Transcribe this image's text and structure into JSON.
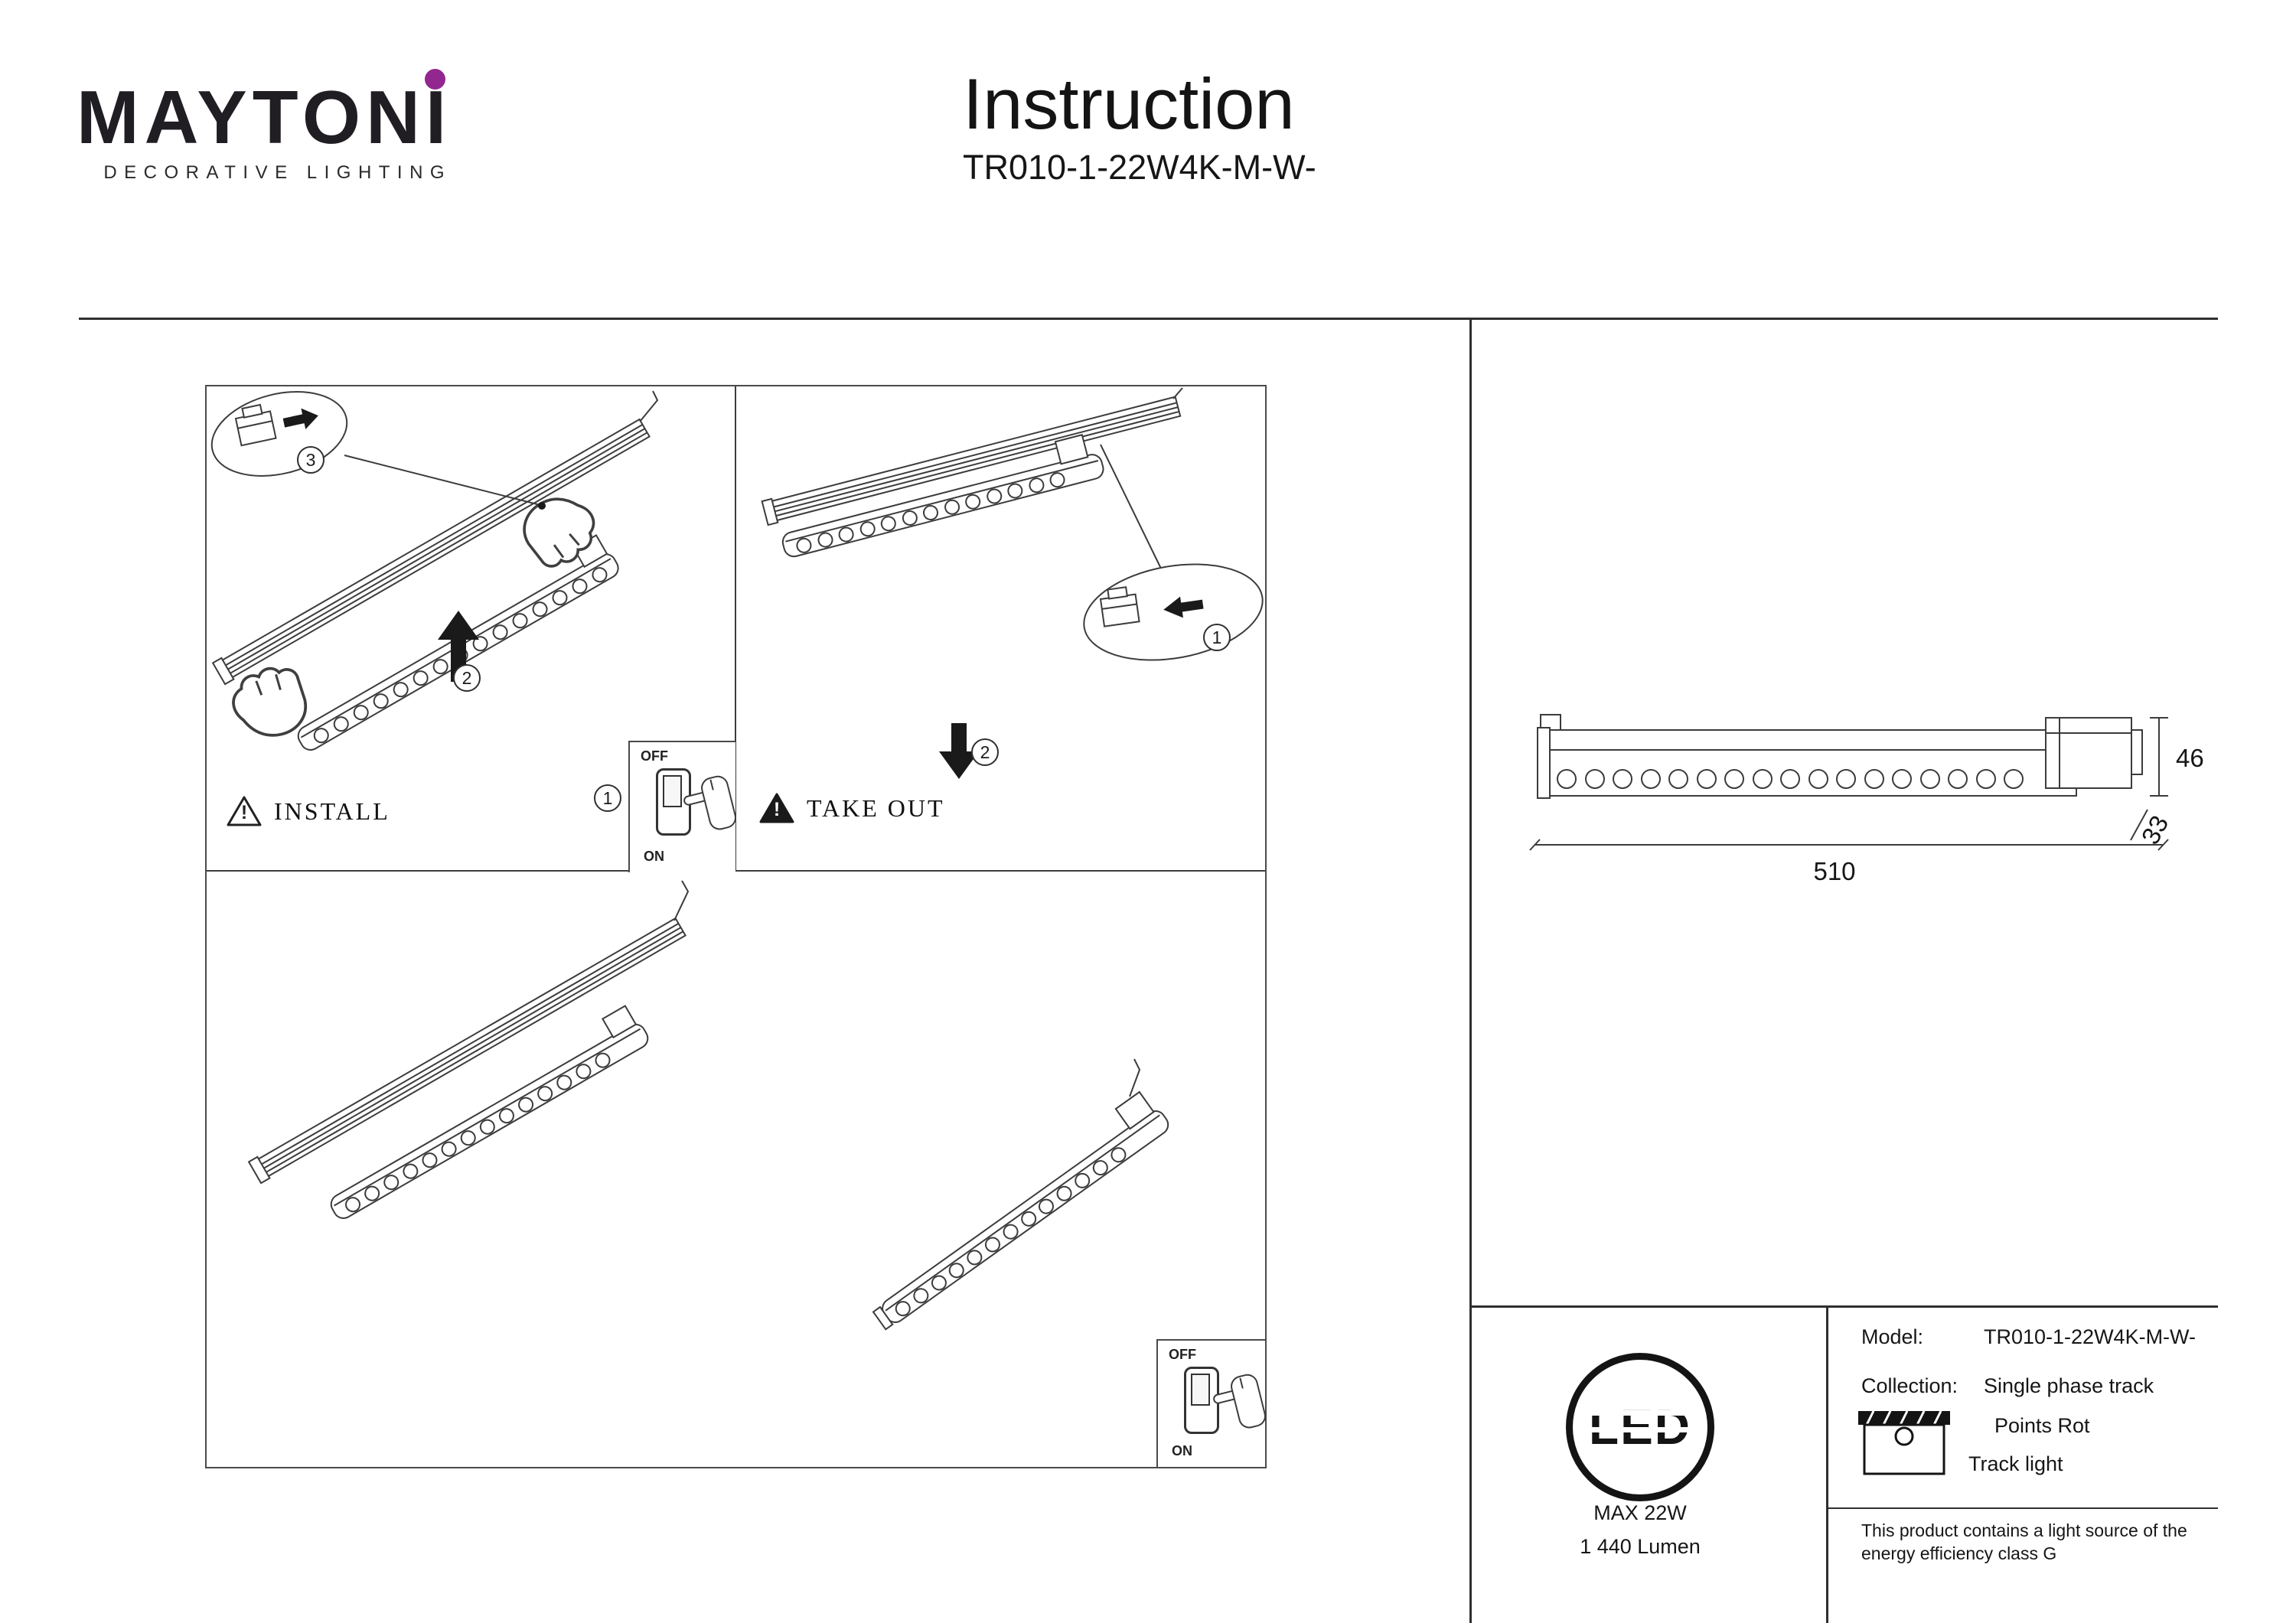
{
  "colors": {
    "brand_accent": "#92278f",
    "line": "#3c3c3c"
  },
  "header": {
    "brand": "MAYTONI",
    "brand_sub": "DECORATIVE LIGHTING",
    "title": "Instruction",
    "model": "TR010-1-22W4K-M-W-"
  },
  "install_panel": {
    "install_label": "INSTALL",
    "takeout_label": "TAKE OUT",
    "warning_mark": "!",
    "steps": {
      "one": "1",
      "two": "2",
      "three": "3"
    },
    "switch": {
      "off": "OFF",
      "on": "ON"
    }
  },
  "dimension_drawing": {
    "length": "510",
    "height": "46",
    "depth": "33"
  },
  "specs": {
    "led_badge": "LED",
    "max_power": "MAX 22W",
    "luminous_flux": "1 440 Lumen",
    "model_label": "Model:",
    "model_value": "TR010-1-22W4K-M-W-",
    "collection_label": "Collection:",
    "collection_line1": "Single phase track",
    "collection_line2": "Points Rot",
    "product_type": "Track light",
    "energy_note": "This product contains a light source of the energy efficiency class G"
  }
}
